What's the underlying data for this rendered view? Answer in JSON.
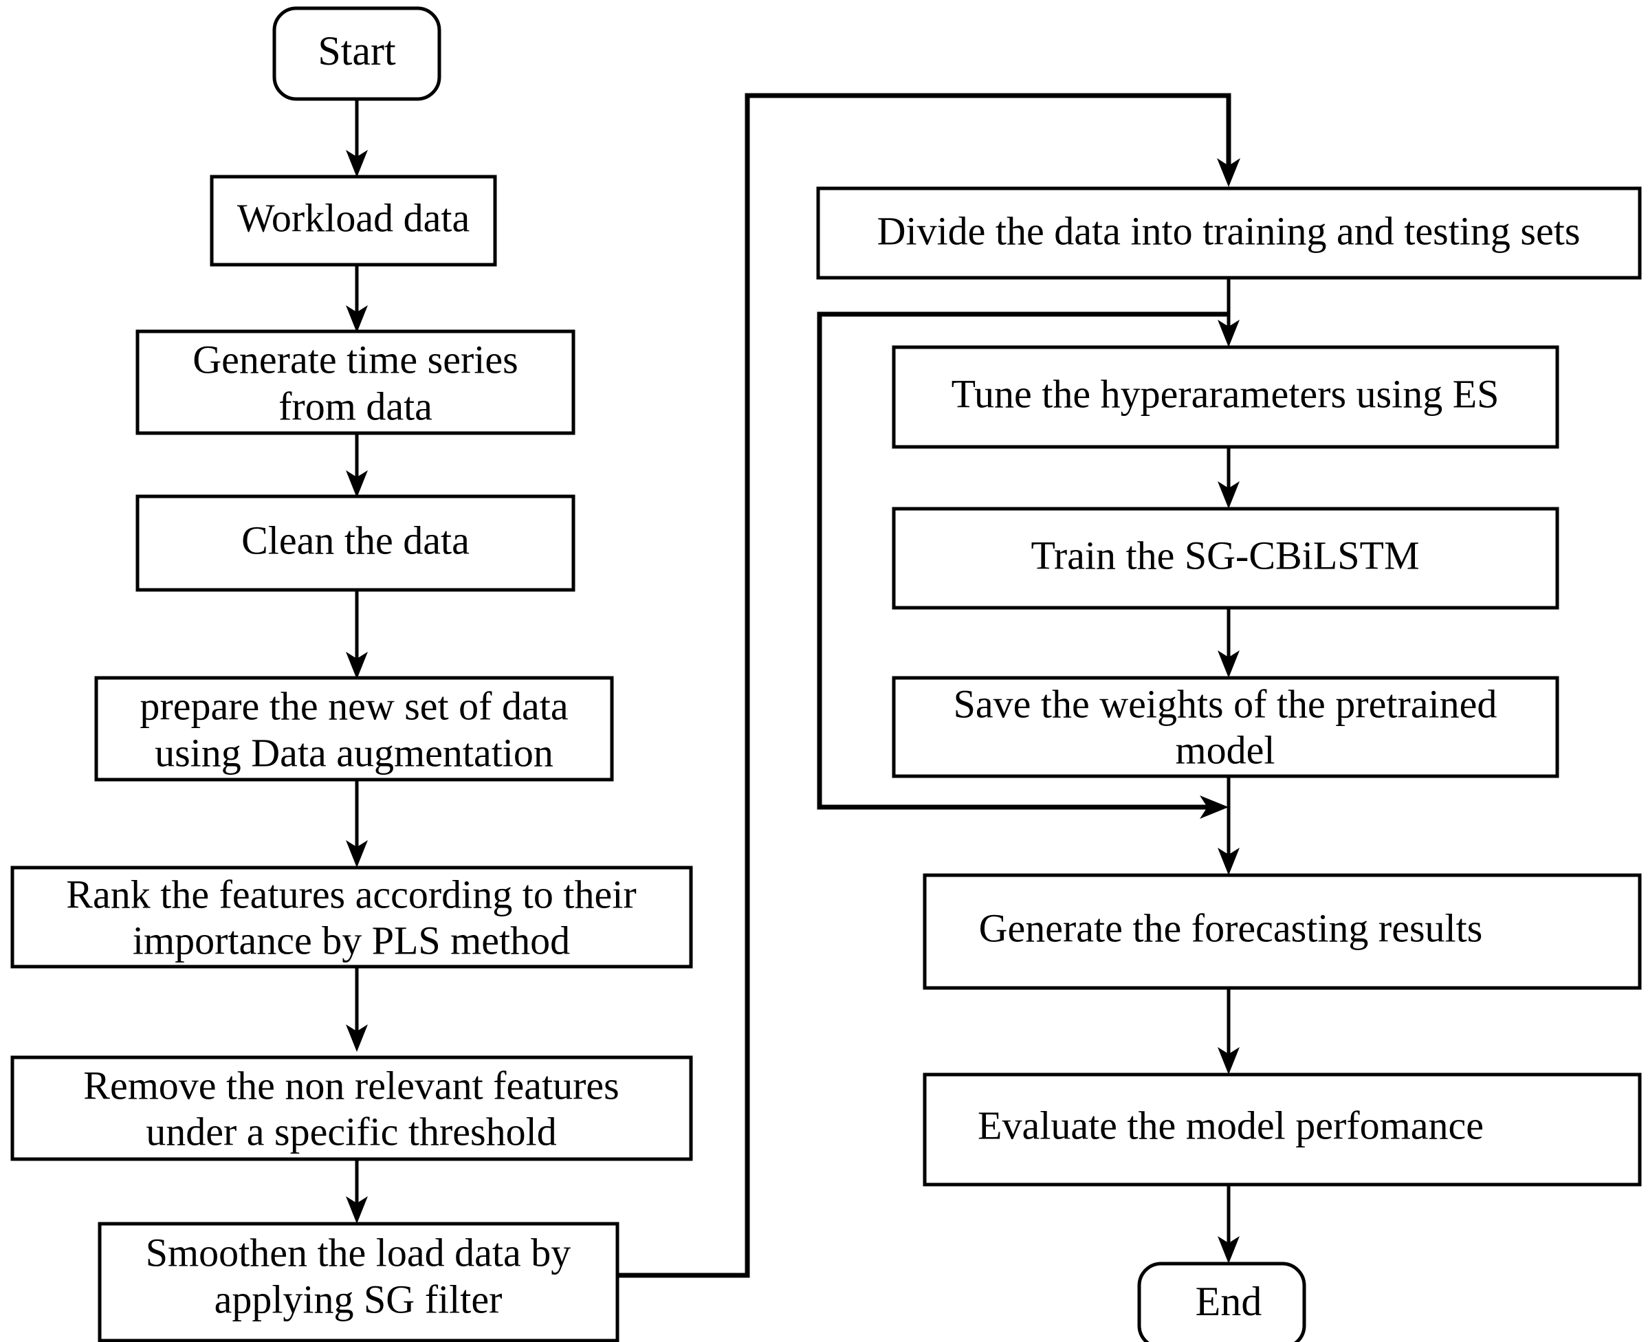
{
  "diagram": {
    "title": "SG-CBiLSTM workload forecasting methodology flowchart",
    "background_color": "#ffffff",
    "line_color": "#000000",
    "text_color": "#000000",
    "nodes": [
      {
        "id": "start",
        "shape": "terminator",
        "label": "Start",
        "lines": [
          "Start"
        ]
      },
      {
        "id": "workload",
        "shape": "process",
        "label": "Workload data",
        "lines": [
          "Workload data"
        ]
      },
      {
        "id": "timeseries",
        "shape": "process",
        "label": "Generate time series from data",
        "lines": [
          "Generate time series",
          "from data"
        ]
      },
      {
        "id": "clean",
        "shape": "process",
        "label": "Clean the data",
        "lines": [
          "Clean the data"
        ]
      },
      {
        "id": "augment",
        "shape": "process",
        "label": "prepare the new set of data using Data augmentation",
        "lines": [
          "prepare the new set of data",
          "using Data augmentation"
        ]
      },
      {
        "id": "rank",
        "shape": "process",
        "label": "Rank the features according to their importance by PLS method",
        "lines": [
          "Rank the features according to their",
          "importance by PLS method"
        ]
      },
      {
        "id": "remove",
        "shape": "process",
        "label": "Remove the non relevant features under a specific threshold",
        "lines": [
          "Remove the non relevant features",
          "under a specific threshold"
        ]
      },
      {
        "id": "smoothen",
        "shape": "process",
        "label": "Smoothen the load data by applying SG filter",
        "lines": [
          "Smoothen the load data by",
          "applying SG filter"
        ]
      },
      {
        "id": "divide",
        "shape": "process",
        "label": "Divide the data into training and testing sets",
        "lines": [
          "Divide the data into training and testing sets"
        ]
      },
      {
        "id": "tune",
        "shape": "process",
        "label": "Tune the hyperarameters using ES",
        "lines": [
          "Tune the hyperarameters using ES"
        ]
      },
      {
        "id": "train",
        "shape": "process",
        "label": "Train the SG-CBiLSTM",
        "lines": [
          "Train the SG-CBiLSTM"
        ]
      },
      {
        "id": "save",
        "shape": "process",
        "label": "Save the weights of the pretrained model",
        "lines": [
          "Save the weights of the pretrained",
          "model"
        ]
      },
      {
        "id": "forecast",
        "shape": "process",
        "label": "Generate the forecasting results",
        "lines": [
          "Generate the forecasting results"
        ]
      },
      {
        "id": "evaluate",
        "shape": "process",
        "label": "Evaluate the model perfomance",
        "lines": [
          "Evaluate the model perfomance"
        ]
      },
      {
        "id": "end",
        "shape": "terminator",
        "label": "End",
        "lines": [
          "End"
        ]
      }
    ],
    "edges": [
      {
        "from": "start",
        "to": "workload",
        "type": "straight-down"
      },
      {
        "from": "workload",
        "to": "timeseries",
        "type": "straight-down"
      },
      {
        "from": "timeseries",
        "to": "clean",
        "type": "straight-down"
      },
      {
        "from": "clean",
        "to": "augment",
        "type": "straight-down"
      },
      {
        "from": "augment",
        "to": "rank",
        "type": "straight-down"
      },
      {
        "from": "rank",
        "to": "remove",
        "type": "straight-down"
      },
      {
        "from": "remove",
        "to": "smoothen",
        "type": "straight-down"
      },
      {
        "from": "smoothen",
        "to": "divide",
        "type": "elbow-right-up-right-down"
      },
      {
        "from": "divide",
        "to": "tune",
        "type": "straight-down"
      },
      {
        "from": "tune",
        "to": "train",
        "type": "straight-down"
      },
      {
        "from": "train",
        "to": "save",
        "type": "straight-down"
      },
      {
        "from": "divide",
        "to": "save-join",
        "type": "feedback-loop-left"
      },
      {
        "from": "save",
        "to": "forecast",
        "type": "straight-down"
      },
      {
        "from": "forecast",
        "to": "evaluate",
        "type": "straight-down"
      },
      {
        "from": "evaluate",
        "to": "end",
        "type": "straight-down"
      }
    ]
  }
}
